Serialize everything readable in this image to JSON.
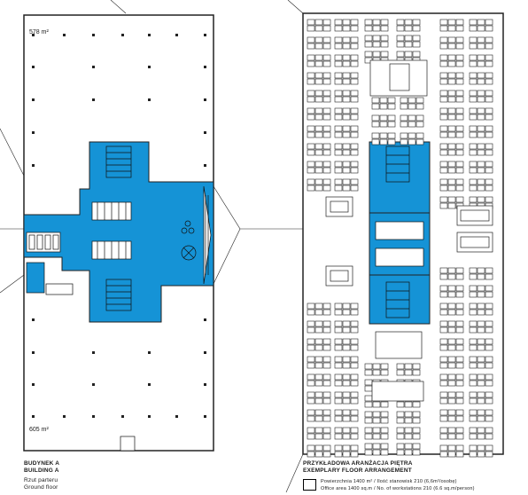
{
  "colors": {
    "core": "#1593d6",
    "wall": "#222222",
    "background": "#ffffff"
  },
  "left_plan": {
    "area_top": "578 m²",
    "area_bottom": "605 m²",
    "building_pl": "BUDYNEK A",
    "building_en": "BUILDING A",
    "floor_pl": "Rzut parteru",
    "floor_en": "Ground floor"
  },
  "right_plan": {
    "title_pl": "PRZYKŁADOWA ARANŻACJA PIĘTRA",
    "title_en": "EXEMPLARY FLOOR ARRANGEMENT",
    "legend_pl": "Powierzchnia 1400 m² / Ilość stanowisk 210 (6,6m²/osobę)",
    "legend_en": "Office area 1400 sq.m / No. of workstations 210 (6.6 sq.m/person)"
  }
}
